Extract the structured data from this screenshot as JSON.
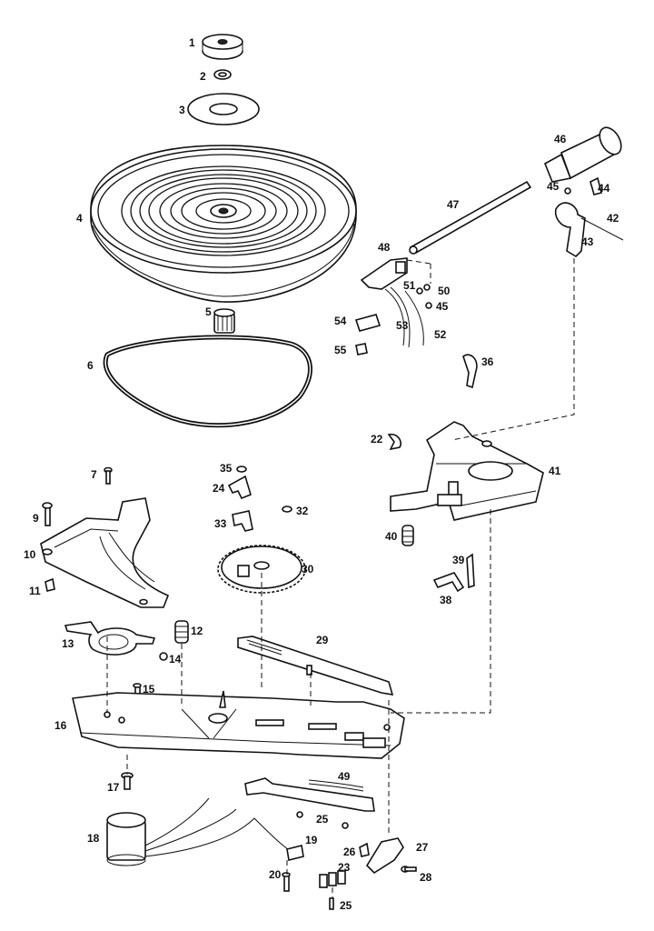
{
  "callouts": [
    {
      "id": "1",
      "text": "1"
    },
    {
      "id": "2",
      "text": "2"
    },
    {
      "id": "3",
      "text": "3"
    },
    {
      "id": "4",
      "text": "4"
    },
    {
      "id": "5",
      "text": "5"
    },
    {
      "id": "6",
      "text": "6"
    },
    {
      "id": "7",
      "text": "7"
    },
    {
      "id": "9",
      "text": "9"
    },
    {
      "id": "10",
      "text": "10"
    },
    {
      "id": "11",
      "text": "11"
    },
    {
      "id": "12",
      "text": "12"
    },
    {
      "id": "13",
      "text": "13"
    },
    {
      "id": "14",
      "text": "14"
    },
    {
      "id": "15",
      "text": "15"
    },
    {
      "id": "16",
      "text": "16"
    },
    {
      "id": "17",
      "text": "17"
    },
    {
      "id": "18",
      "text": "18"
    },
    {
      "id": "19",
      "text": "19"
    },
    {
      "id": "20",
      "text": "20"
    },
    {
      "id": "22",
      "text": "22"
    },
    {
      "id": "23",
      "text": "23"
    },
    {
      "id": "24",
      "text": "24"
    },
    {
      "id": "25a",
      "text": "25"
    },
    {
      "id": "25b",
      "text": "25"
    },
    {
      "id": "26",
      "text": "26"
    },
    {
      "id": "27",
      "text": "27"
    },
    {
      "id": "28",
      "text": "28"
    },
    {
      "id": "29",
      "text": "29"
    },
    {
      "id": "30",
      "text": "30"
    },
    {
      "id": "32",
      "text": "32"
    },
    {
      "id": "33",
      "text": "33"
    },
    {
      "id": "35",
      "text": "35"
    },
    {
      "id": "36",
      "text": "36"
    },
    {
      "id": "38",
      "text": "38"
    },
    {
      "id": "39",
      "text": "39"
    },
    {
      "id": "40",
      "text": "40"
    },
    {
      "id": "41",
      "text": "41"
    },
    {
      "id": "42",
      "text": "42"
    },
    {
      "id": "43",
      "text": "43"
    },
    {
      "id": "44",
      "text": "44"
    },
    {
      "id": "45a",
      "text": "45"
    },
    {
      "id": "45b",
      "text": "45"
    },
    {
      "id": "46",
      "text": "46"
    },
    {
      "id": "47",
      "text": "47"
    },
    {
      "id": "48",
      "text": "48"
    },
    {
      "id": "49",
      "text": "49"
    },
    {
      "id": "50",
      "text": "50"
    },
    {
      "id": "51",
      "text": "51"
    },
    {
      "id": "52",
      "text": "52"
    },
    {
      "id": "53",
      "text": "53"
    },
    {
      "id": "54",
      "text": "54"
    },
    {
      "id": "55",
      "text": "55"
    }
  ]
}
